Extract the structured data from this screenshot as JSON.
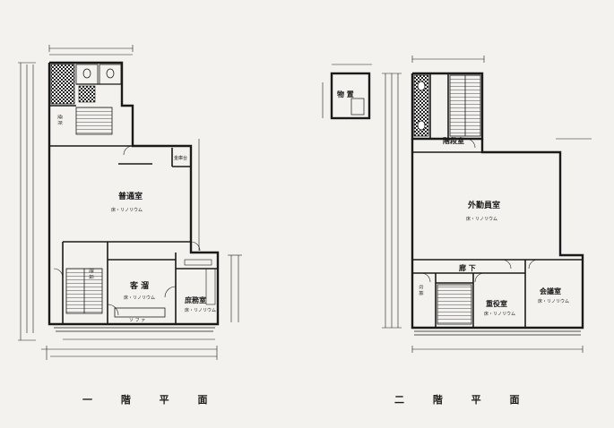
{
  "floor1": {
    "caption": "一 階 平 面",
    "rooms": {
      "office": "普通室",
      "office_note": "床・リノリウム",
      "reception": "客 溜",
      "reception_note": "床・リノリウム",
      "chief": "庶務室",
      "chief_note": "床・リノリウム",
      "counter": "金庫台",
      "wc": "便 所",
      "stair_hall": "階 段",
      "sofa": "ソ フ ァ"
    }
  },
  "floor2": {
    "caption": "二 階 平 面",
    "rooms": {
      "storage": "物 置",
      "field_staff": "外勤員室",
      "field_staff_note": "床・リノリウム",
      "stair": "階段室",
      "corridor": "廊 下",
      "director": "重役室",
      "director_note": "床・リノリウム",
      "meeting": "会議室",
      "meeting_note": "床・リノリウム",
      "closet": "収 納"
    }
  }
}
